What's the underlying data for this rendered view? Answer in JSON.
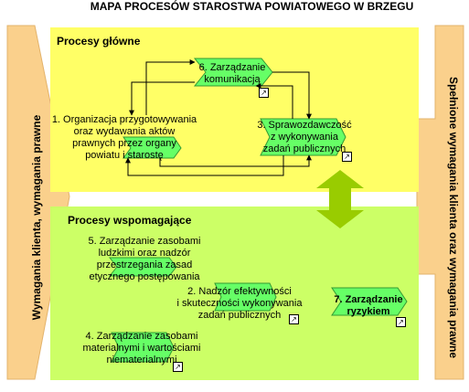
{
  "title": "MAPA PROCESÓW STAROSTWA POWIATOWEGO W BRZEGU",
  "input_label": "Wymagania klienta, wymagania prawne",
  "output_label": "Spełnione wymagania klienta oraz wymagania prawne",
  "main": {
    "title": "Procesy główne",
    "nodes": {
      "p1": [
        "1. Organizacja przygotowywania",
        "oraz wydawania  aktów",
        "prawnych przez organy",
        "powiatu i starostę"
      ],
      "p6": [
        "6. Zarządzanie",
        "komunikacją"
      ],
      "p3": [
        "3. Sprawozdawczość",
        "z wykonywania",
        "zadań publicznych"
      ]
    }
  },
  "support": {
    "title": "Procesy wspomagające",
    "nodes": {
      "p5": [
        "5. Zarządzanie zasobami",
        "ludzkimi oraz nadzór",
        "przestrzegania  zasad",
        "etycznego postępowania"
      ],
      "p2": [
        "2. Nadzór efektywności",
        "i skuteczności wykonywania",
        "zadań publicznych"
      ],
      "p7": [
        "7. Zarządzanie",
        "ryzykiem"
      ],
      "p4": [
        "4. Zarządzanie zasobami",
        "materialnymi i wartościami",
        "niematerialnymi"
      ]
    }
  },
  "colors": {
    "main_bg": "#ffff66",
    "support_bg": "#ccff66",
    "chevron": "#66ff66",
    "input_arrow": "#fad08c",
    "connector_arrow": "#99cc00"
  }
}
